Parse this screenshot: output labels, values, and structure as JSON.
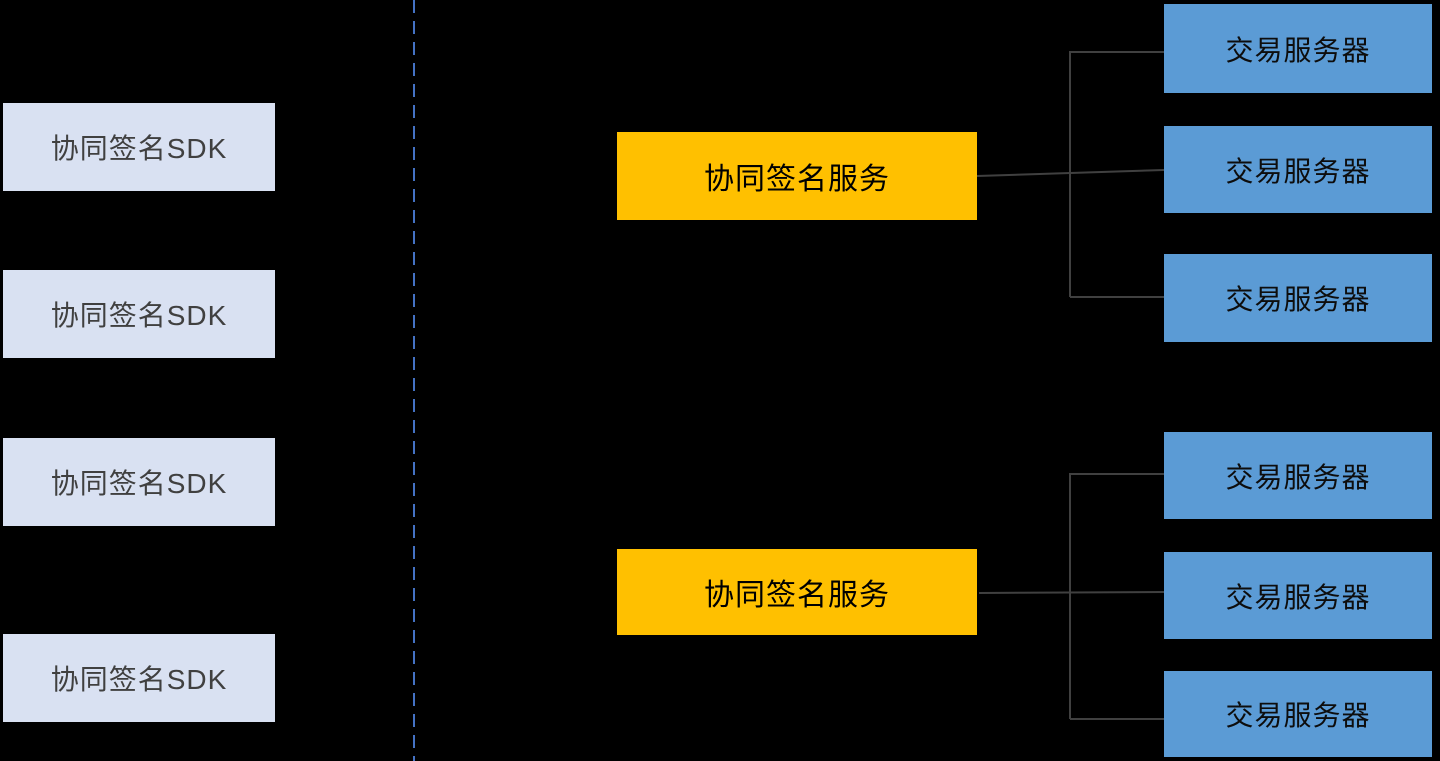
{
  "colors": {
    "background": "#000000",
    "sdk_fill": "#D9E1F2",
    "sdk_text": "#404040",
    "service_fill": "#FFC000",
    "service_text": "#000000",
    "server_fill": "#5B9BD5",
    "server_text": "#0D0D0D",
    "connector_line": "#404040",
    "divider_dashed": "#4472C4"
  },
  "left_column": {
    "items": [
      {
        "label": "协同签名SDK"
      },
      {
        "label": "协同签名SDK"
      },
      {
        "label": "协同签名SDK"
      },
      {
        "label": "协同签名SDK"
      }
    ]
  },
  "clusters": [
    {
      "service": {
        "label": "协同签名服务"
      },
      "servers": [
        {
          "label": "交易服务器"
        },
        {
          "label": "交易服务器"
        },
        {
          "label": "交易服务器"
        }
      ]
    },
    {
      "service": {
        "label": "协同签名服务"
      },
      "servers": [
        {
          "label": "交易服务器"
        },
        {
          "label": "交易服务器"
        },
        {
          "label": "交易服务器"
        }
      ]
    }
  ]
}
